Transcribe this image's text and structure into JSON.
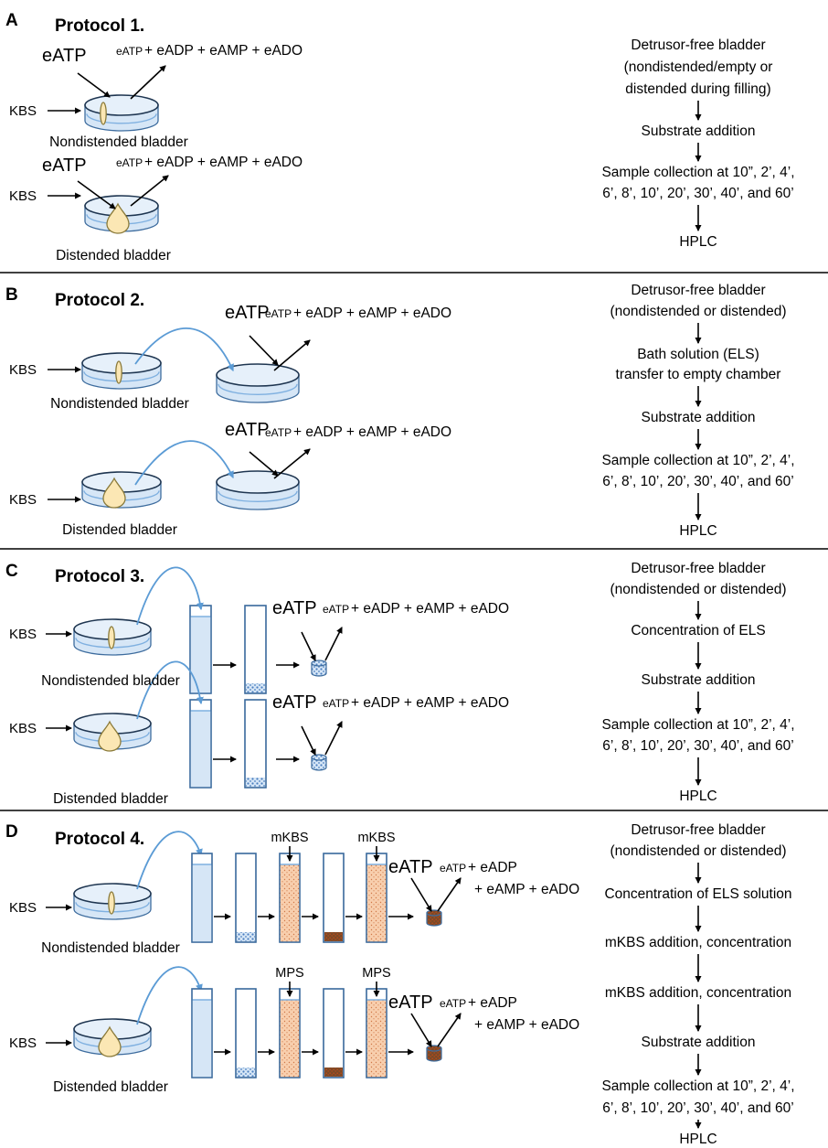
{
  "panels": [
    {
      "letter": "A",
      "protocol": "Protocol 1.",
      "rows": [
        {
          "substrate": "eATP",
          "products": [
            "eATP",
            " + eADP + eAMP + eADO"
          ],
          "medium": "KBS",
          "label": "Nondistended bladder"
        },
        {
          "substrate": "eATP",
          "products": [
            "eATP",
            " + eADP + eAMP + eADO"
          ],
          "medium": "KBS",
          "label": "Distended bladder"
        }
      ],
      "flow": [
        [
          "Detrusor-free bladder",
          "(nondistended/empty or",
          "distended during filling)"
        ],
        [
          "Substrate addition"
        ],
        [
          "Sample collection at 10”, 2’, 4’,",
          "6’, 8’, 10’, 20’, 30’, 40’, and 60’"
        ],
        [
          "HPLC"
        ]
      ]
    },
    {
      "letter": "B",
      "protocol": "Protocol 2.",
      "rows": [
        {
          "substrate": "eATP",
          "products": [
            "eATP",
            " + eADP + eAMP + eADO"
          ],
          "medium": "KBS",
          "label": "Nondistended bladder"
        },
        {
          "substrate": "eATP",
          "products": [
            "eATP",
            " + eADP + eAMP + eADO"
          ],
          "medium": "KBS",
          "label": "Distended bladder"
        }
      ],
      "flow": [
        [
          "Detrusor-free bladder",
          "(nondistended or distended)"
        ],
        [
          "Bath solution (ELS)",
          "transfer to empty chamber"
        ],
        [
          "Substrate addition"
        ],
        [
          "Sample collection at 10”, 2’, 4’,",
          "6’, 8’, 10’, 20’, 30’, 40’, and 60’"
        ],
        [
          "HPLC"
        ]
      ]
    },
    {
      "letter": "C",
      "protocol": "Protocol 3.",
      "rows": [
        {
          "substrate": "eATP",
          "products": [
            "eATP",
            " + eADP + eAMP + eADO"
          ],
          "medium": "KBS",
          "label": "Nondistended bladder"
        },
        {
          "substrate": "eATP",
          "products": [
            "eATP",
            " + eADP + eAMP + eADO"
          ],
          "medium": "KBS",
          "label": "Distended bladder"
        }
      ],
      "flow": [
        [
          "Detrusor-free bladder",
          "(nondistended or distended)"
        ],
        [
          "Concentration of ELS"
        ],
        [
          "Substrate addition"
        ],
        [
          "Sample collection at 10”, 2’, 4’,",
          "6’, 8’, 10’, 20’, 30’, 40’, and 60’"
        ],
        [
          "HPLC"
        ]
      ]
    },
    {
      "letter": "D",
      "protocol": "Protocol 4.",
      "rows": [
        {
          "substrate": "eATP",
          "products": [
            "eATP",
            " + eADP",
            "+ eAMP + eADO"
          ],
          "medium": "KBS",
          "label": "Nondistended bladder",
          "additives": [
            "mKBS",
            "mKBS"
          ]
        },
        {
          "substrate": "eATP",
          "products": [
            "eATP",
            " + eADP",
            "+ eAMP + eADO"
          ],
          "medium": "KBS",
          "label": "Distended bladder",
          "additives": [
            "MPS",
            "MPS"
          ]
        }
      ],
      "flow": [
        [
          "Detrusor-free bladder",
          "(nondistended or distended)"
        ],
        [
          "Concentration of ELS solution"
        ],
        [
          "mKBS addition, concentration"
        ],
        [
          "mKBS addition, concentration"
        ],
        [
          "Substrate addition"
        ],
        [
          "Sample collection at 10”, 2’, 4’,",
          "6’, 8’, 10’, 20’, 30’, 40’, and 60’"
        ],
        [
          "HPLC"
        ]
      ]
    }
  ],
  "colors": {
    "dish_fill": "#d6e6f6",
    "outline": "#3d6c9e",
    "liquid_line": "#7fb0e0",
    "transfer_arrow": "#5b9bd5",
    "bladder_fill": "#fbe7b4",
    "bladder_stroke": "#8a7a3a",
    "pellet_dots": "#4b7fc0",
    "orange_fill": "#f8cfae",
    "orange_dots": "#d07848",
    "brown_pellet": "#7a4a28",
    "brown_dots": "#c04818",
    "line": "#000000"
  }
}
